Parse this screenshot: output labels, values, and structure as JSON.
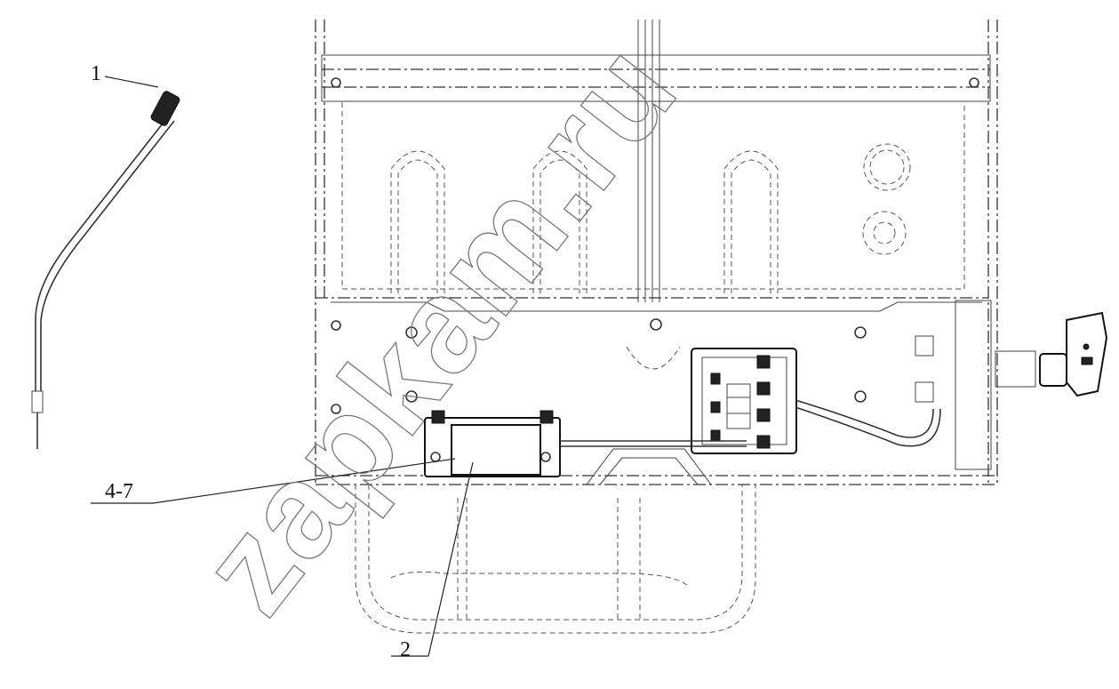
{
  "callouts": {
    "part_1": "1",
    "part_2": "2",
    "part_4_7": "4-7"
  },
  "watermark": "zapkam.ru"
}
